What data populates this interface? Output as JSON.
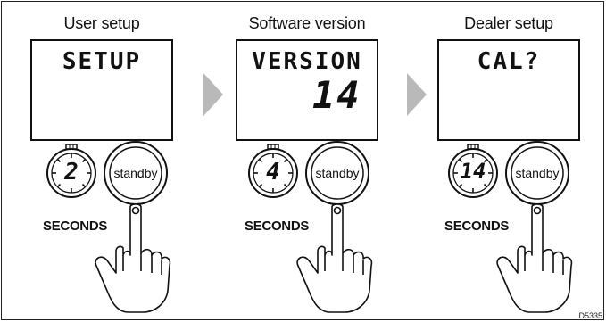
{
  "steps": [
    {
      "title": "User setup",
      "display_line1": "SETUP",
      "display_line2": "",
      "timer_value": "2",
      "seconds_label": "SECONDS",
      "button_label": "standby"
    },
    {
      "title": "Software version",
      "display_line1": "VERSION",
      "display_line2": "14",
      "timer_value": "4",
      "seconds_label": "SECONDS",
      "button_label": "standby"
    },
    {
      "title": "Dealer setup",
      "display_line1": "CAL?",
      "display_line2": "",
      "timer_value": "14",
      "seconds_label": "SECONDS",
      "button_label": "standby"
    }
  ],
  "figure_code": "D5335",
  "colors": {
    "arrow": "#b9b9b9",
    "line": "#111111"
  },
  "icons": [
    "stopwatch-icon",
    "standby-button-icon",
    "pressing-hand-icon",
    "chevron-right-icon"
  ]
}
